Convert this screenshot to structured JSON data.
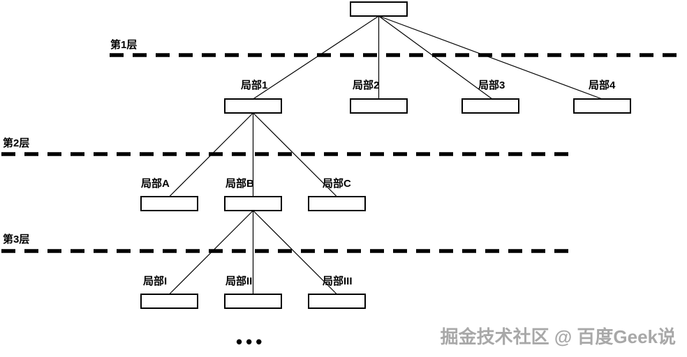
{
  "colors": {
    "line": "#000000",
    "box_fill": "#ffffff",
    "watermark_gray": "#a8a8a8"
  },
  "tree": {
    "root_label": "",
    "layer_labels": [
      {
        "label": "第1层"
      },
      {
        "label": "第2层"
      },
      {
        "label": "第3层"
      }
    ],
    "level1": [
      {
        "label": "局部1"
      },
      {
        "label": "局部2"
      },
      {
        "label": "局部3"
      },
      {
        "label": "局部4"
      }
    ],
    "level2": [
      {
        "label": "局部A"
      },
      {
        "label": "局部B"
      },
      {
        "label": "局部C"
      }
    ],
    "level3": [
      {
        "label": "局部I"
      },
      {
        "label": "局部II"
      },
      {
        "label": "局部III"
      }
    ],
    "ellipsis": "•••"
  },
  "watermark": {
    "text": "掘金技术社区 @ 百度Geek说"
  }
}
